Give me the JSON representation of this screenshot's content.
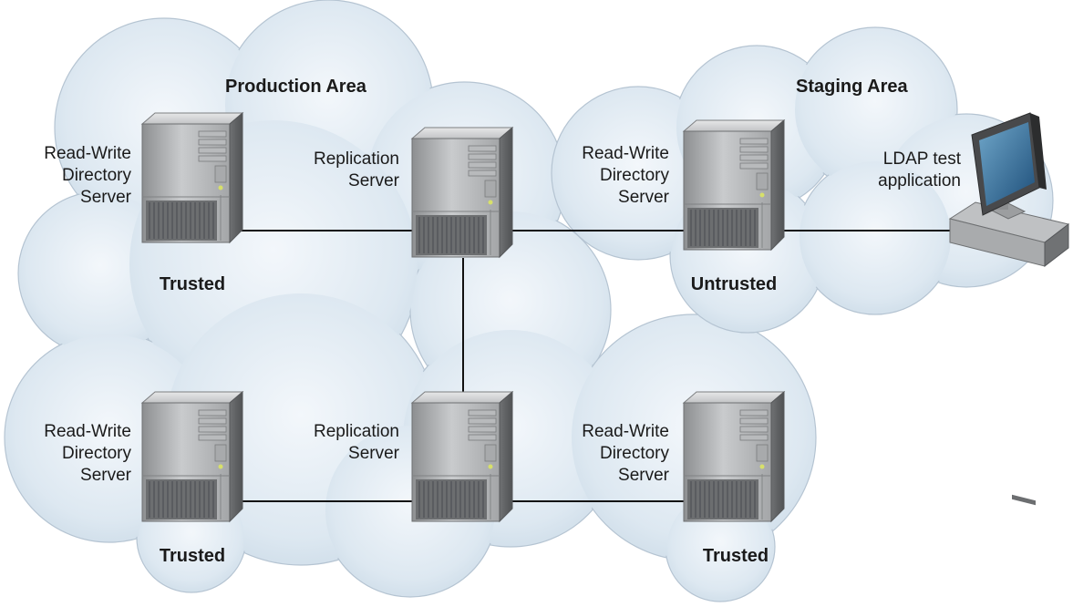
{
  "areas": {
    "production": "Production Area",
    "staging": "Staging Area"
  },
  "servers": {
    "prod_rw_top": {
      "name": "Read-Write\nDirectory\nServer",
      "trust": "Trusted"
    },
    "prod_repl_top": {
      "name": "Replication\nServer"
    },
    "staging_rw": {
      "name": "Read-Write\nDirectory\nServer",
      "trust": "Untrusted"
    },
    "ldap_app": {
      "name": "LDAP test\napplication"
    },
    "prod_rw_bottom_left": {
      "name": "Read-Write\nDirectory\nServer",
      "trust": "Trusted"
    },
    "prod_repl_bottom": {
      "name": "Replication\nServer"
    },
    "prod_rw_bottom_right": {
      "name": "Read-Write\nDirectory\nServer",
      "trust": "Trusted"
    }
  },
  "colors": {
    "cloud_fill": "#dbe7f1",
    "cloud_edge": "#aebfd0",
    "connector": "#111111",
    "server_body": "#9a9c9e"
  }
}
